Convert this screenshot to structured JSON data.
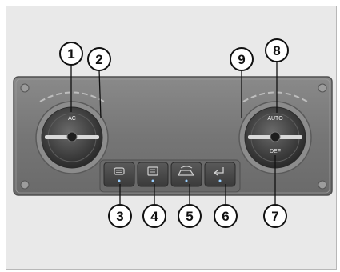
{
  "colors": {
    "frame_background": "#e9e9e9",
    "panel": "#777777",
    "knob": "#3d3d3d",
    "callout_circle": "#ffffff",
    "callout_text": "#111111"
  },
  "knob_left": {
    "label": "AC"
  },
  "knob_right": {
    "top_label": "AUTO",
    "bottom_label": "DEF"
  },
  "buttons": [
    {
      "icon": "rear-defrost-icon"
    },
    {
      "icon": "seat-icon"
    },
    {
      "icon": "car-recirculation-icon"
    },
    {
      "icon": "fresh-air-icon"
    }
  ],
  "callouts": [
    "1",
    "2",
    "3",
    "4",
    "5",
    "6",
    "7",
    "8",
    "9"
  ]
}
